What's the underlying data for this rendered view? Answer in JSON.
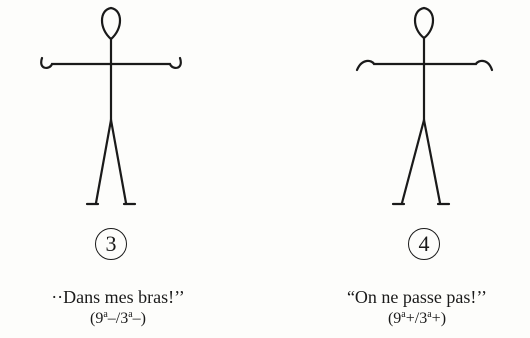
{
  "figures": [
    {
      "number": "3",
      "caption": "··Dans mes bras!’’",
      "formula": {
        "open": "(9",
        "a1": "a",
        "mid": "–/3",
        "a2": "a",
        "close": "–)"
      }
    },
    {
      "number": "4",
      "caption": "“On ne passe pas!’’",
      "formula": {
        "open": "(9",
        "a1": "a",
        "mid": "+/3",
        "a2": "a",
        "close": "+)"
      }
    }
  ],
  "colors": {
    "ink": "#1a1a1a",
    "paper": "#fdfdfb"
  }
}
